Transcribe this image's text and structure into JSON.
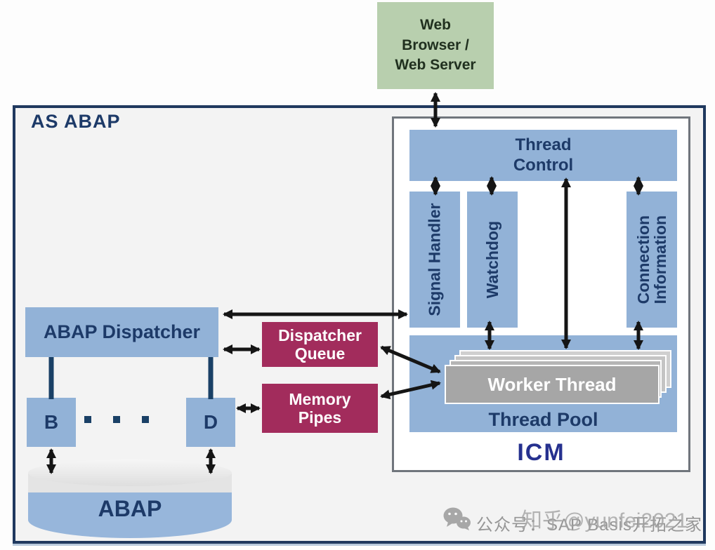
{
  "colors": {
    "box_blue": "#92b2d7",
    "box_green": "#b8cfae",
    "box_maroon": "#a22c5c",
    "navy_text": "#1d3a68",
    "icm_title_blue": "#26318f",
    "worker_gray": "#a6a6a6",
    "outer_border_navy": "#20395f",
    "arrow_black": "#151515",
    "watermark_gray": "#969696"
  },
  "top": {
    "web_node_label": "Web\nBrowser /\nWeb Server"
  },
  "outer": {
    "title": "AS ABAP"
  },
  "icm": {
    "title": "ICM",
    "thread_control_label": "Thread\nControl",
    "signal_handler_label": "Signal Handler",
    "watchdog_label": "Watchdog",
    "connection_information_label": "Connection\nInformation",
    "worker_thread_label": "Worker Thread",
    "thread_pool_label": "Thread Pool"
  },
  "dispatcher_area": {
    "abap_dispatcher_label": "ABAP Dispatcher",
    "dispatcher_queue_label": "Dispatcher\nQueue",
    "memory_pipes_label": "Memory\nPipes",
    "work_process_b_label": "B",
    "work_process_d_label": "D",
    "database_label": "ABAP"
  },
  "watermark": {
    "wechat_text": "公众号：SAP Basis开拓之家",
    "zhihu_text": "知乎@yunfei2021"
  }
}
